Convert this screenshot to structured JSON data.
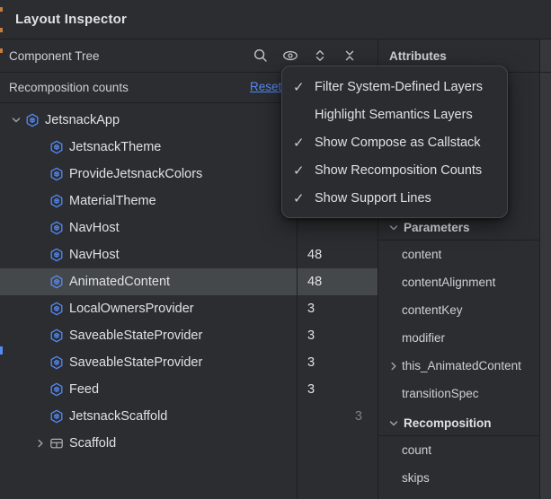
{
  "window": {
    "title": "Layout Inspector"
  },
  "component_tree": {
    "title": "Component Tree",
    "toolbar_icons": [
      "search",
      "eye",
      "expand-all",
      "collapse-all"
    ],
    "recomposition_counts_label": "Recomposition counts",
    "reset_label": "Reset",
    "rows": [
      {
        "label": "JetsnackApp",
        "indent": 0,
        "chevron": "down",
        "icon": "compose",
        "count": ""
      },
      {
        "label": "JetsnackTheme",
        "indent": 1,
        "chevron": null,
        "icon": "compose",
        "count": ""
      },
      {
        "label": "ProvideJetsnackColors",
        "indent": 1,
        "chevron": null,
        "icon": "compose",
        "count": ""
      },
      {
        "label": "MaterialTheme",
        "indent": 1,
        "chevron": null,
        "icon": "compose",
        "count": ""
      },
      {
        "label": "NavHost",
        "indent": 1,
        "chevron": null,
        "icon": "compose",
        "count": ""
      },
      {
        "label": "NavHost",
        "indent": 1,
        "chevron": null,
        "icon": "compose",
        "count": "48"
      },
      {
        "label": "AnimatedContent",
        "indent": 1,
        "chevron": null,
        "icon": "compose",
        "count": "48",
        "selected": true
      },
      {
        "label": "LocalOwnersProvider",
        "indent": 1,
        "chevron": null,
        "icon": "compose",
        "count": "3"
      },
      {
        "label": "SaveableStateProvider",
        "indent": 1,
        "chevron": null,
        "icon": "compose",
        "count": "3"
      },
      {
        "label": "SaveableStateProvider",
        "indent": 1,
        "chevron": null,
        "icon": "compose",
        "count": "3"
      },
      {
        "label": "Feed",
        "indent": 1,
        "chevron": null,
        "icon": "compose",
        "count": "3"
      },
      {
        "label": "JetsnackScaffold",
        "indent": 1,
        "chevron": null,
        "icon": "compose",
        "count": "3",
        "count_dim": true
      },
      {
        "label": "Scaffold",
        "indent": 1,
        "chevron": "right",
        "icon": "scaffold",
        "count": ""
      }
    ]
  },
  "context_menu": {
    "check_glyph": "✓",
    "items": [
      {
        "label": "Filter System-Defined Layers",
        "checked": true
      },
      {
        "label": "Highlight Semantics Layers",
        "checked": false
      },
      {
        "label": "Show Compose as Callstack",
        "checked": true
      },
      {
        "label": "Show Recomposition Counts",
        "checked": true
      },
      {
        "label": "Show Support Lines",
        "checked": true
      }
    ]
  },
  "attributes": {
    "title": "Attributes",
    "sections": [
      {
        "title": "Parameters",
        "items": [
          {
            "label": "content"
          },
          {
            "label": "contentAlignment"
          },
          {
            "label": "contentKey"
          },
          {
            "label": "modifier"
          },
          {
            "label": "this_AnimatedContent",
            "expandable": true
          },
          {
            "label": "transitionSpec"
          }
        ]
      },
      {
        "title": "Recomposition",
        "items": [
          {
            "label": "count"
          },
          {
            "label": "skips"
          }
        ]
      }
    ]
  },
  "colors": {
    "background": "#2b2d30",
    "menu_background": "#2a2c2f",
    "divider": "#1e1f22",
    "selection": "#45484b",
    "accent_blue": "#548af7",
    "text_primary": "#dfe1e5",
    "text_secondary": "#ced0d6",
    "count_dim": "#7d8188",
    "edge_mark_orange": "#c57d3d"
  }
}
